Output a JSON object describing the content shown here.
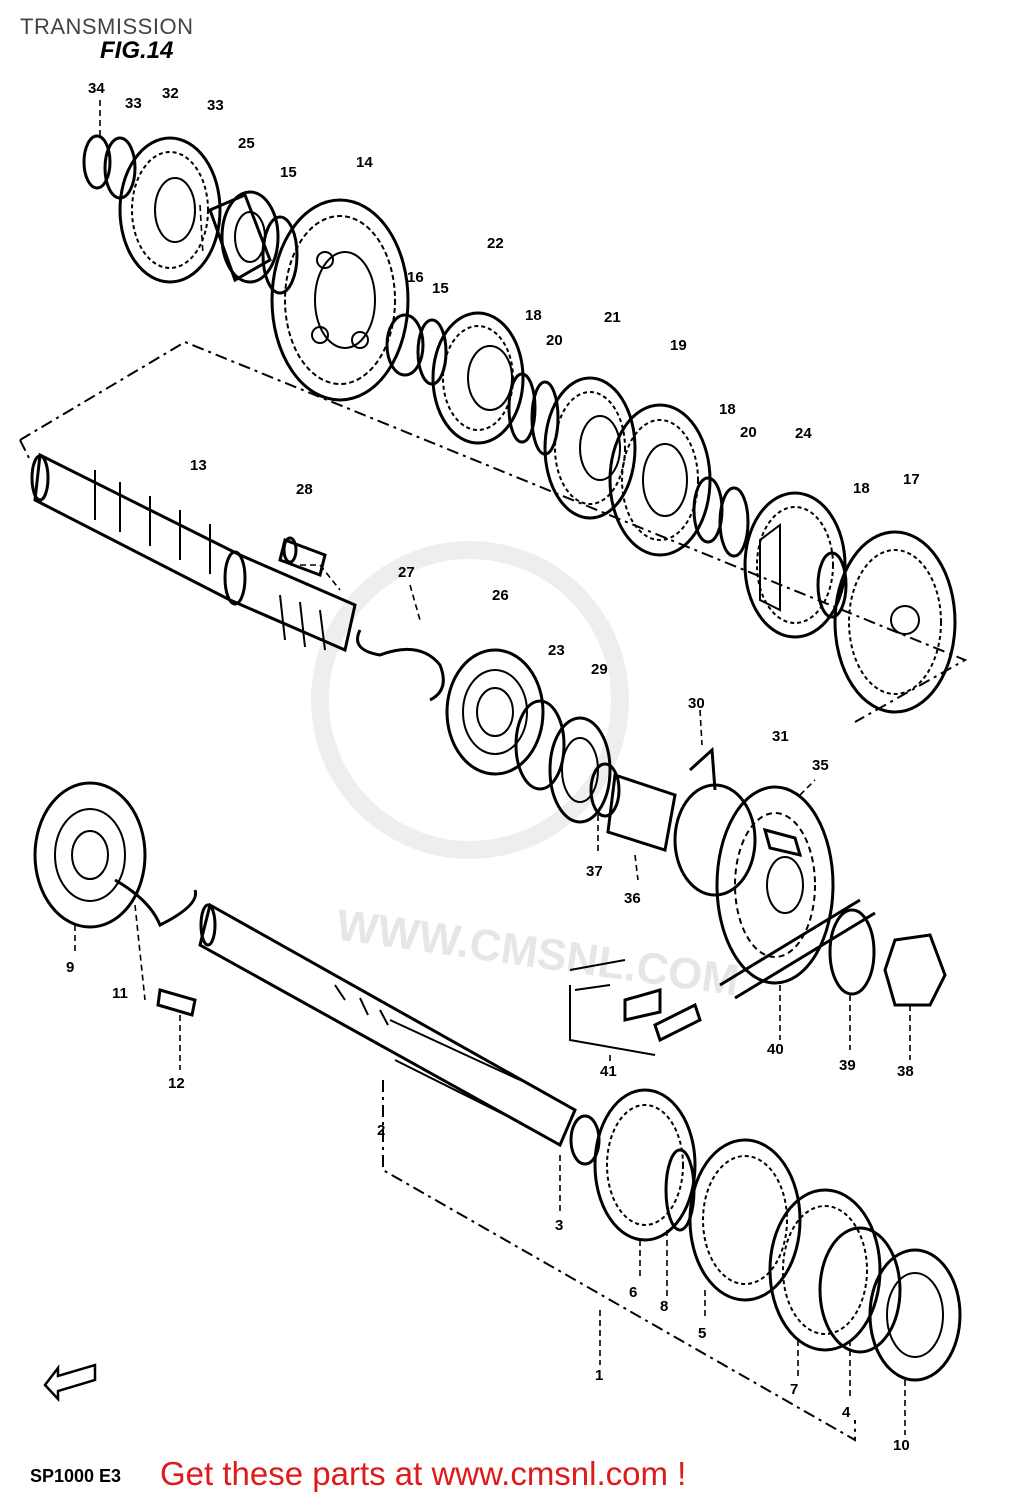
{
  "header": {
    "title": "TRANSMISSION"
  },
  "diagram": {
    "figure_label": "FIG.14",
    "model_label": "SP1000 E3",
    "watermark": "WWW.CMSNL.COM",
    "callouts": [
      "1",
      "2",
      "3",
      "4",
      "5",
      "6",
      "7",
      "8",
      "9",
      "10",
      "11",
      "12",
      "13",
      "14",
      "15",
      "15",
      "16",
      "17",
      "18",
      "18",
      "18",
      "19",
      "20",
      "20",
      "21",
      "22",
      "23",
      "24",
      "25",
      "26",
      "27",
      "28",
      "29",
      "30",
      "31",
      "32",
      "33",
      "33",
      "34",
      "35",
      "36",
      "37",
      "38",
      "39",
      "40",
      "41"
    ]
  },
  "footer": {
    "cta": "Get these parts at www.cmsnl.com !"
  },
  "colors": {
    "cta": "#e01919",
    "ink": "#000000",
    "title": "#444444",
    "watermark": "#e6e6e6"
  }
}
